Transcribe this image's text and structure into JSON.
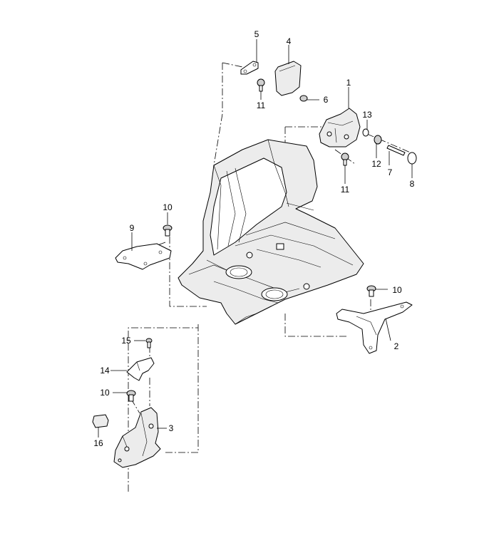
{
  "callouts": [
    {
      "id": "c1",
      "label": "1"
    },
    {
      "id": "c2",
      "label": "2"
    },
    {
      "id": "c3",
      "label": "3"
    },
    {
      "id": "c4",
      "label": "4"
    },
    {
      "id": "c5",
      "label": "5"
    },
    {
      "id": "c6",
      "label": "6"
    },
    {
      "id": "c7",
      "label": "7"
    },
    {
      "id": "c8",
      "label": "8"
    },
    {
      "id": "c9",
      "label": "9"
    },
    {
      "id": "c10a",
      "label": "10"
    },
    {
      "id": "c10b",
      "label": "10"
    },
    {
      "id": "c10c",
      "label": "10"
    },
    {
      "id": "c11a",
      "label": "11"
    },
    {
      "id": "c11b",
      "label": "11"
    },
    {
      "id": "c12",
      "label": "12"
    },
    {
      "id": "c13",
      "label": "13"
    },
    {
      "id": "c14",
      "label": "14"
    },
    {
      "id": "c15",
      "label": "15"
    },
    {
      "id": "c16",
      "label": "16"
    }
  ]
}
